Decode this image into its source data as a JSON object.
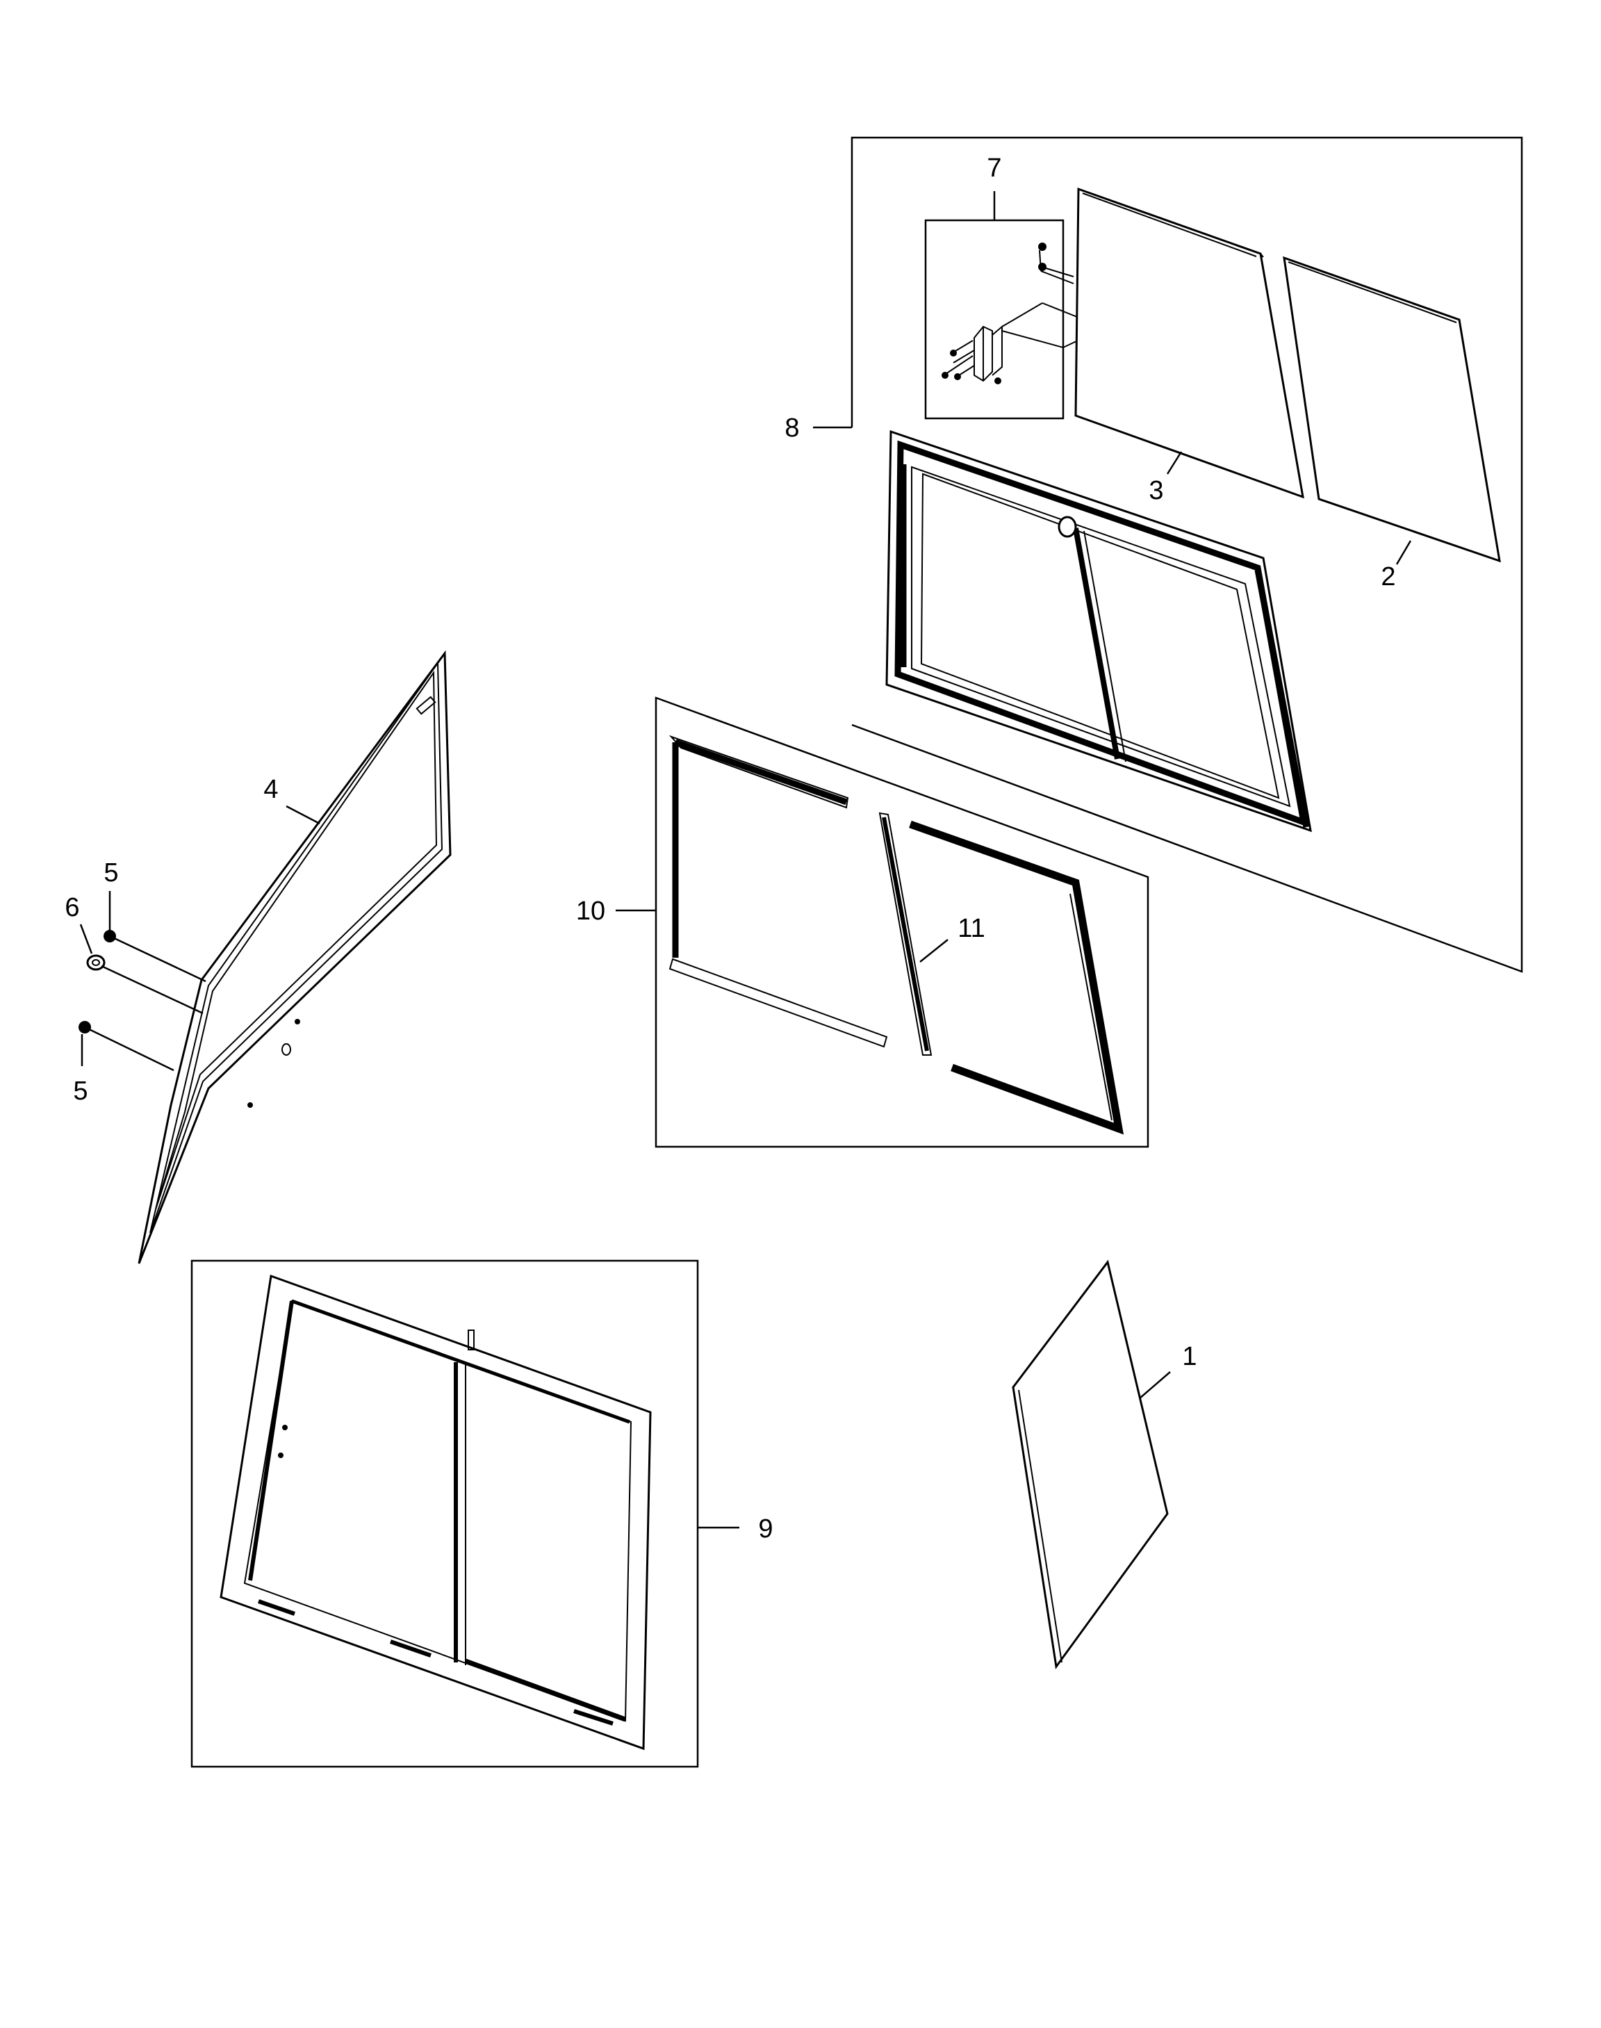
{
  "diagram": {
    "callouts": [
      {
        "id": "1",
        "label": "1"
      },
      {
        "id": "2",
        "label": "2"
      },
      {
        "id": "3",
        "label": "3"
      },
      {
        "id": "4",
        "label": "4"
      },
      {
        "id": "5a",
        "label": "5"
      },
      {
        "id": "5b",
        "label": "5"
      },
      {
        "id": "6",
        "label": "6"
      },
      {
        "id": "7",
        "label": "7"
      },
      {
        "id": "8",
        "label": "8"
      },
      {
        "id": "9",
        "label": "9"
      },
      {
        "id": "10",
        "label": "10"
      },
      {
        "id": "11",
        "label": "11"
      }
    ]
  }
}
